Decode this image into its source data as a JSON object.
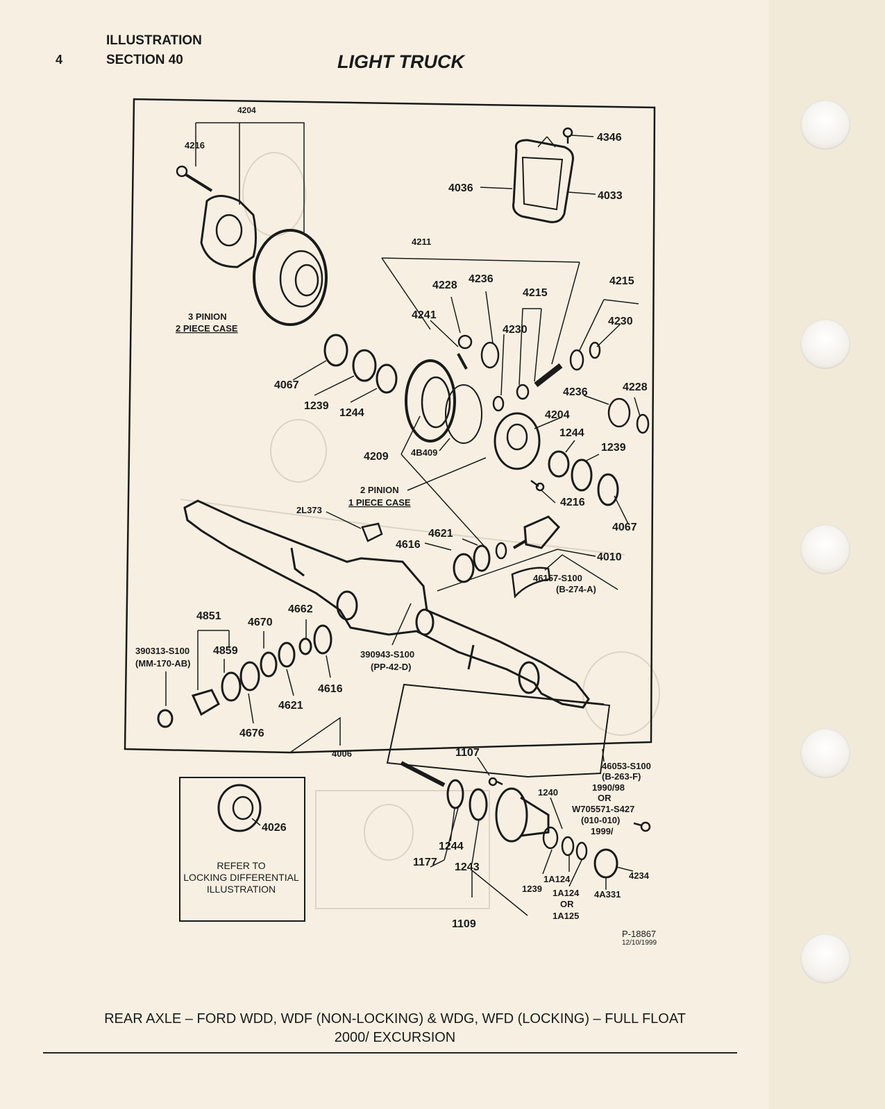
{
  "header": {
    "page_number": "4",
    "section_line1": "ILLUSTRATION",
    "section_line2": "SECTION 40",
    "title": "LIGHT TRUCK"
  },
  "diagram": {
    "labels": {
      "p4204_top": "4204",
      "p4216_top": "4216",
      "p4346": "4346",
      "p4036": "4036",
      "p4033": "4033",
      "p4211": "4211",
      "p4228_a": "4228",
      "p4236_a": "4236",
      "p4215_a": "4215",
      "p4241": "4241",
      "p4230_a": "4230",
      "p4215_b": "4215",
      "p4230_b": "4230",
      "pinion3_l1": "3 PINION",
      "pinion3_l2": "2 PIECE CASE",
      "p4067_a": "4067",
      "p1239_a": "1239",
      "p1244_a": "1244",
      "p4236_b": "4236",
      "p4228_b": "4228",
      "p4204_mid": "4204",
      "p1244_b": "1244",
      "p1239_b": "1239",
      "p4209": "4209",
      "p4b409": "4B409",
      "pinion2_l1": "2 PINION",
      "pinion2_l2": "1 PIECE CASE",
      "p2l373": "2L373",
      "p4216_mid": "4216",
      "p4067_b": "4067",
      "p4621_a": "4621",
      "p4616_a": "4616",
      "p4010": "4010",
      "p46157_l1": "46157-S100",
      "p46157_l2": "(B-274-A)",
      "p4851": "4851",
      "p4662": "4662",
      "p4670": "4670",
      "p390313_l1": "390313-S100",
      "p390313_l2": "(MM-170-AB)",
      "p4859": "4859",
      "p390943_l1": "390943-S100",
      "p390943_l2": "(PP-42-D)",
      "p4616_b": "4616",
      "p4621_b": "4621",
      "p4676": "4676",
      "p4006": "4006",
      "p1107": "1107",
      "p46053_l1": "46053-S100",
      "p46053_l2": "(B-263-F)",
      "p46053_l3": "1990/98",
      "p46053_l4": "OR",
      "p46053_l5": "W705571-S427",
      "p46053_l6": "(010-010)",
      "p46053_l7": "1999/",
      "p1240": "1240",
      "p4026": "4026",
      "p1244_c": "1244",
      "p1177": "1177",
      "p1243": "1243",
      "p1239_c": "1239",
      "p1a124_a": "1A124",
      "p1a124_b": "1A124",
      "p1a124_or": "OR",
      "p1a125": "1A125",
      "p4a331": "4A331",
      "p4234": "4234",
      "p1109": "1109"
    },
    "refer_box": {
      "line1": "REFER TO",
      "line2": "LOCKING DIFFERENTIAL",
      "line3": "ILLUSTRATION"
    },
    "part_id": "P-18867",
    "part_date": "12/10/1999"
  },
  "caption": {
    "line1": "REAR AXLE – FORD WDD, WDF (NON-LOCKING) & WDG, WFD (LOCKING) – FULL FLOAT",
    "line2": "2000/ EXCURSION"
  }
}
